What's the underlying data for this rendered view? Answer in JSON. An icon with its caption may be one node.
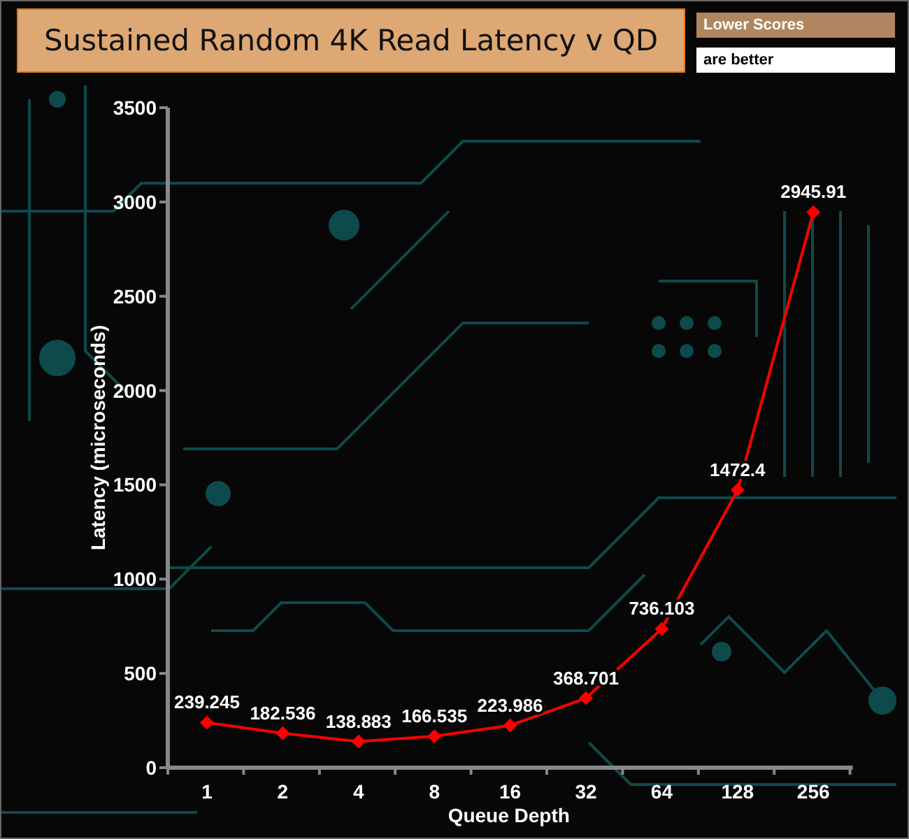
{
  "diagram": {
    "title": "Sustained Random 4K Read Latency v QD",
    "labels": [
      "Lower Scores",
      "are better"
    ],
    "chart_data": {
      "type": "line",
      "xlabel": "Queue Depth",
      "ylabel": "Latency (microseconds)",
      "categories": [
        "1",
        "2",
        "4",
        "8",
        "16",
        "32",
        "64",
        "128",
        "256"
      ],
      "series": [
        {
          "color": "#ff0000",
          "marker": "diamond",
          "values": [
            239.245,
            182.536,
            138.883,
            166.535,
            223.986,
            368.701,
            736.103,
            1472.4,
            2945.91
          ]
        }
      ],
      "ylim": [
        0,
        3500
      ],
      "yticks": [
        0,
        500,
        1000,
        1500,
        2000,
        2500,
        3000,
        3500
      ],
      "data_labels": true
    }
  }
}
